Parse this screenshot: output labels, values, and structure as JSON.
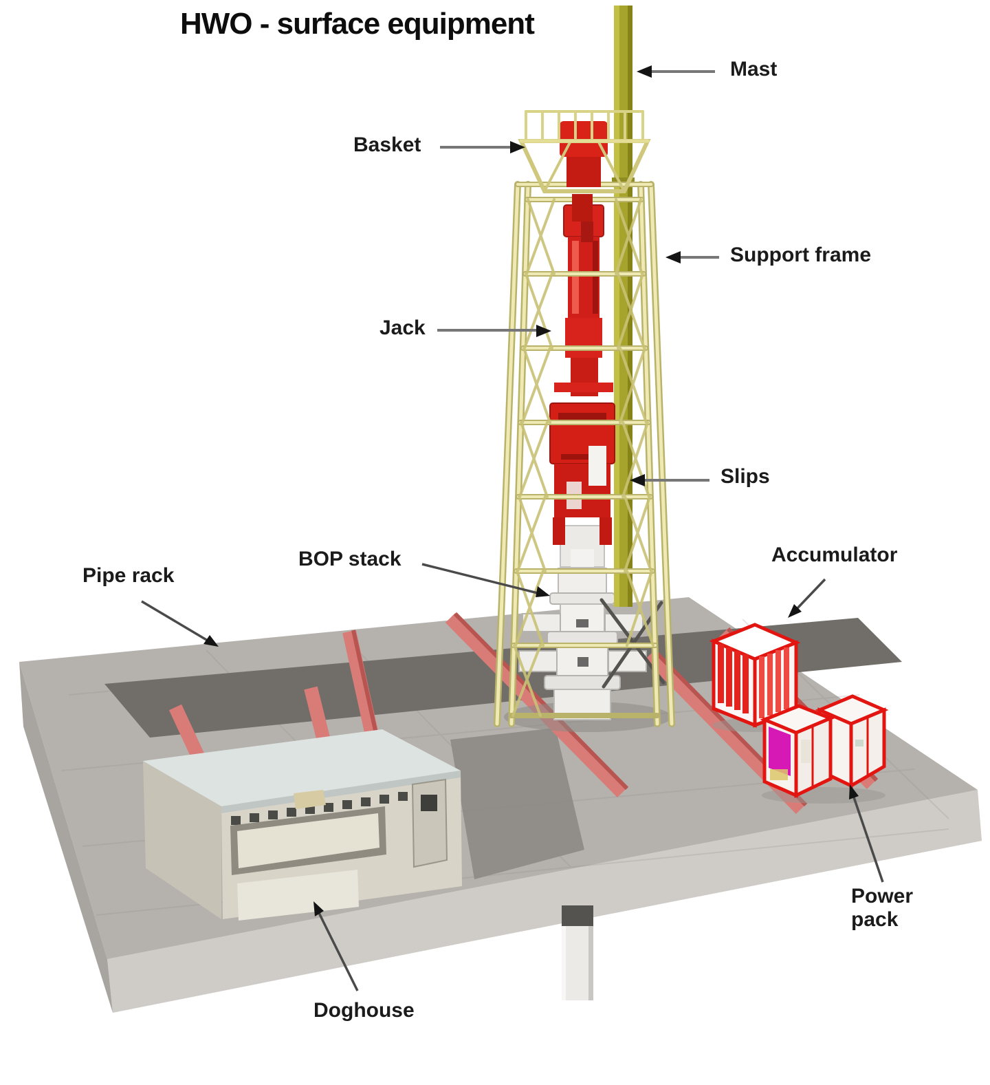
{
  "title": "HWO - surface equipment",
  "labels": {
    "mast": "Mast",
    "basket": "Basket",
    "support_frame": "Support frame",
    "jack": "Jack",
    "slips": "Slips",
    "bop_stack": "BOP stack",
    "accumulator": "Accumulator",
    "pipe_rack": "Pipe rack",
    "power_pack": "Power pack",
    "doghouse": "Doghouse"
  },
  "colors": {
    "background": "#ffffff",
    "label_text": "#1b1b1b",
    "mast_olive": "#a7a42d",
    "frame_cream": "#efe9b4",
    "frame_cream_dark": "#b9b26a",
    "equipment_red": "#d41f17",
    "accent_red": "#e21511",
    "magenta_panel": "#d619b4",
    "deck_gray": "#b5b1ad",
    "deck_face_gray": "#cfccc8",
    "pipe_rack_dark": "#716e6a",
    "beam_pink": "#d97c78",
    "doghouse_wall": "#d8d4c8",
    "doghouse_roof": "#dde3e1",
    "bop_white": "#f2f0ed"
  }
}
